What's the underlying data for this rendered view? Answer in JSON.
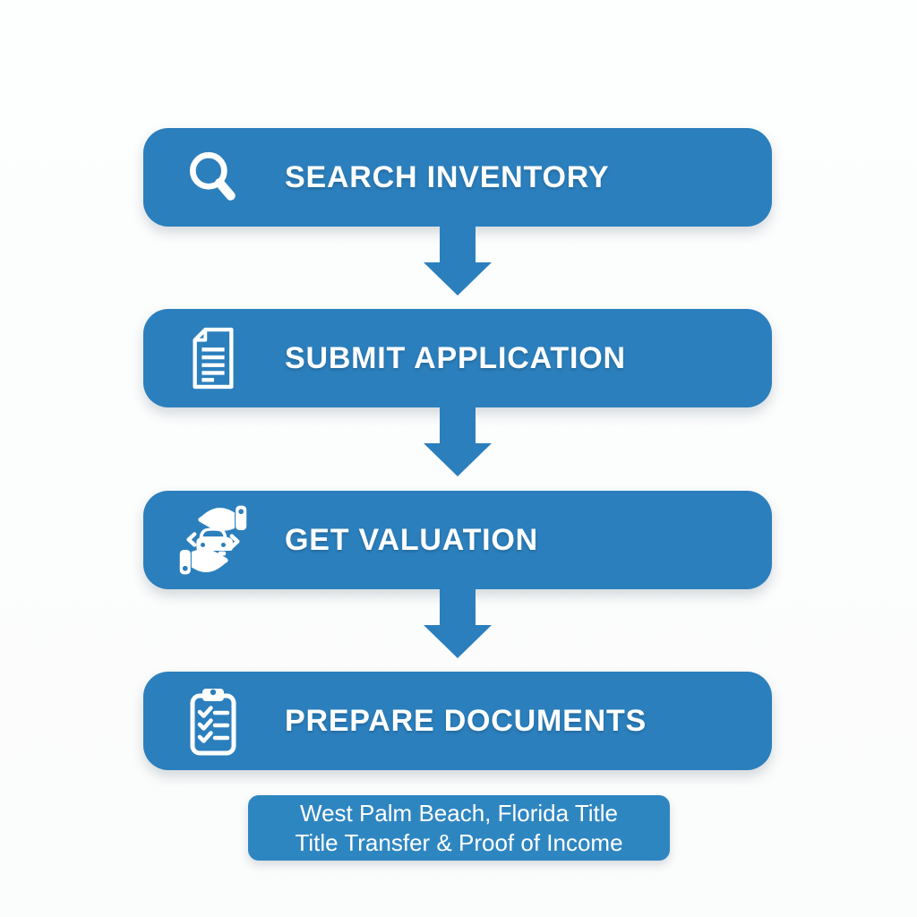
{
  "flow": {
    "steps": [
      {
        "label": "SEARCH INVENTORY",
        "icon": "search-icon"
      },
      {
        "label": "SUBMIT APPLICATION",
        "icon": "document-icon"
      },
      {
        "label": "GET VALUATION",
        "icon": "car-valuation-icon"
      },
      {
        "label": "PREPARE DOCUMENTS",
        "icon": "clipboard-checklist-icon"
      }
    ],
    "caption": {
      "line1": "West Palm Beach, Florida Title",
      "line2": "Title Transfer & Proof of Income"
    },
    "colors": {
      "step_box": "#2b7fbd",
      "caption_box": "#2e86c1",
      "arrow": "#2b7fbd",
      "text": "#ffffff",
      "background": "#fdfdfd"
    }
  }
}
